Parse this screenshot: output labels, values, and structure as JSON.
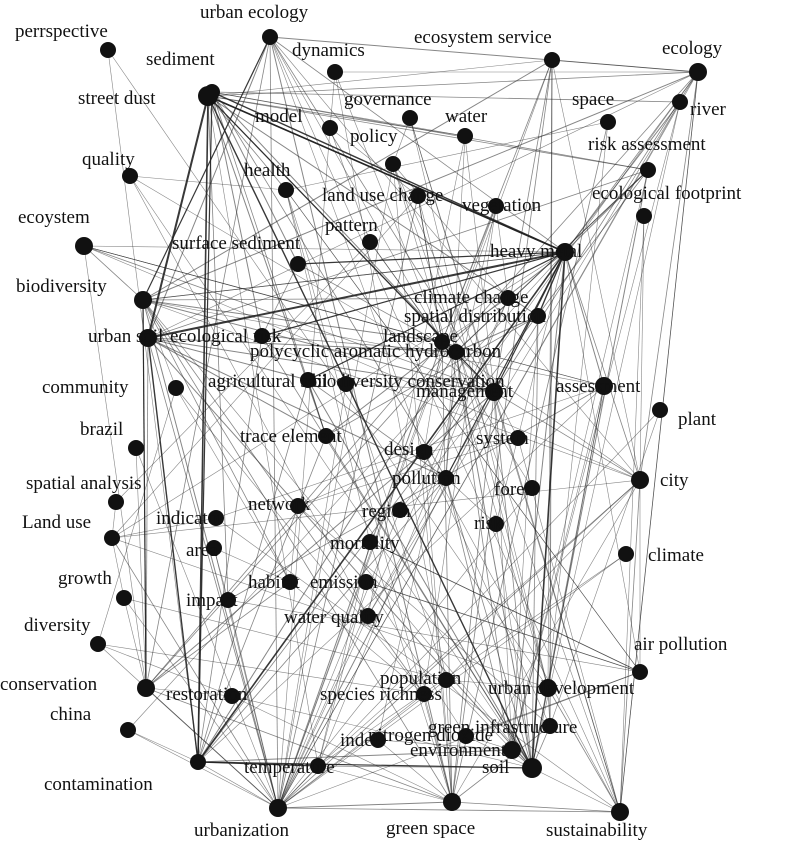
{
  "diagram": {
    "nodes": [
      {
        "id": "perrspective",
        "label": "perrspective"
      },
      {
        "id": "urban_ecology",
        "label": "urban ecology"
      },
      {
        "id": "sediment",
        "label": "sediment"
      },
      {
        "id": "dynamics",
        "label": "dynamics"
      },
      {
        "id": "ecosystem_service",
        "label": "ecosystem service"
      },
      {
        "id": "ecology",
        "label": "ecology"
      },
      {
        "id": "street_dust",
        "label": "street dust"
      },
      {
        "id": "governance",
        "label": "governance"
      },
      {
        "id": "space",
        "label": "space"
      },
      {
        "id": "river",
        "label": "river"
      },
      {
        "id": "model",
        "label": "model"
      },
      {
        "id": "water",
        "label": "water"
      },
      {
        "id": "policy",
        "label": "policy"
      },
      {
        "id": "risk_assessment",
        "label": "risk assessment"
      },
      {
        "id": "quality",
        "label": "quality"
      },
      {
        "id": "health",
        "label": "health"
      },
      {
        "id": "land_use_change",
        "label": "land use change"
      },
      {
        "id": "vegetation",
        "label": "vegetation"
      },
      {
        "id": "ecological_footprint",
        "label": "ecological footprint"
      },
      {
        "id": "ecoystem",
        "label": "ecoystem"
      },
      {
        "id": "pattern",
        "label": "pattern"
      },
      {
        "id": "surface_sediment",
        "label": "surface sediment"
      },
      {
        "id": "heavy_metal",
        "label": "heavy metal"
      },
      {
        "id": "biodiversity",
        "label": "biodiversity"
      },
      {
        "id": "climate_change",
        "label": "climate change"
      },
      {
        "id": "spatial_distribution",
        "label": "spatial distribution"
      },
      {
        "id": "urban_soil",
        "label": "urban soil"
      },
      {
        "id": "ecological_risk",
        "label": "ecological risk"
      },
      {
        "id": "landscape",
        "label": "landscape"
      },
      {
        "id": "pah",
        "label": "polycyclic aromatic hydrocarbon"
      },
      {
        "id": "community",
        "label": "community"
      },
      {
        "id": "agricultural_soil",
        "label": "agricultural soil"
      },
      {
        "id": "biodiversity_conservation",
        "label": "biodiversity conservation"
      },
      {
        "id": "management",
        "label": "management"
      },
      {
        "id": "assessment",
        "label": "assessment"
      },
      {
        "id": "plant",
        "label": "plant"
      },
      {
        "id": "brazil",
        "label": "brazil"
      },
      {
        "id": "trace_element",
        "label": "trace element"
      },
      {
        "id": "design",
        "label": "design"
      },
      {
        "id": "system",
        "label": "system"
      },
      {
        "id": "pollution",
        "label": "pollution"
      },
      {
        "id": "forest",
        "label": "forest"
      },
      {
        "id": "city",
        "label": "city"
      },
      {
        "id": "spatial_analysis",
        "label": "spatial analysis"
      },
      {
        "id": "network",
        "label": "network"
      },
      {
        "id": "region",
        "label": "region"
      },
      {
        "id": "land_use",
        "label": "Land use"
      },
      {
        "id": "indicator",
        "label": "indicator"
      },
      {
        "id": "risk",
        "label": "risk"
      },
      {
        "id": "area",
        "label": "area"
      },
      {
        "id": "mortality",
        "label": "mortality"
      },
      {
        "id": "climate",
        "label": "climate"
      },
      {
        "id": "growth",
        "label": "growth"
      },
      {
        "id": "habitat",
        "label": "habitat"
      },
      {
        "id": "emission",
        "label": "emission"
      },
      {
        "id": "impact",
        "label": "impact"
      },
      {
        "id": "diversity",
        "label": "diversity"
      },
      {
        "id": "water_quality",
        "label": "water quality"
      },
      {
        "id": "air_pollution",
        "label": "air pollution"
      },
      {
        "id": "conservation",
        "label": "conservation"
      },
      {
        "id": "population",
        "label": "population"
      },
      {
        "id": "restoration",
        "label": "restoration"
      },
      {
        "id": "species_richness",
        "label": "species richness"
      },
      {
        "id": "urban_development",
        "label": "urban development"
      },
      {
        "id": "china",
        "label": "china"
      },
      {
        "id": "green_infrastructure",
        "label": "green infrastructure"
      },
      {
        "id": "index",
        "label": "index"
      },
      {
        "id": "nitrogen_dioxide",
        "label": "nitrogen dioxide"
      },
      {
        "id": "environment",
        "label": "environment"
      },
      {
        "id": "contamination",
        "label": "contamination"
      },
      {
        "id": "temperature",
        "label": "temperature"
      },
      {
        "id": "soil",
        "label": "soil"
      },
      {
        "id": "urbanization",
        "label": "urbanization"
      },
      {
        "id": "green_space",
        "label": "green space"
      },
      {
        "id": "sustainability",
        "label": "sustainability"
      }
    ]
  }
}
